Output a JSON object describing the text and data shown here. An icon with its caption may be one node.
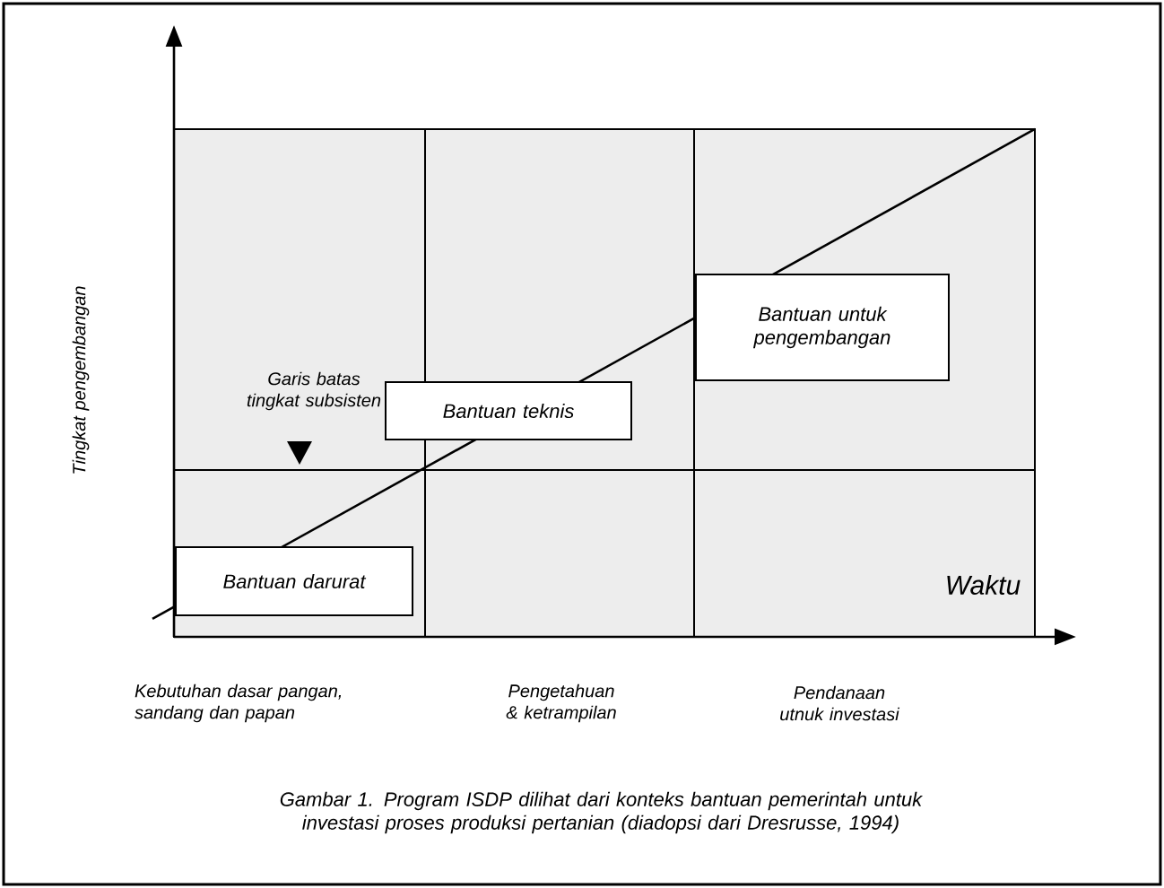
{
  "diagram": {
    "caption": "Gambar 1. Program ISDP dilihat dari konteks bantuan pemerintah untuk investasi proses produksi pertanian (diadopsi dari Dresrusse, 1994)",
    "nodes": [
      {
        "text": [
          "Bantuan untuk pengembangan"
        ]
      },
      {
        "text": [
          "Bantuan teknis"
        ]
      },
      {
        "text": [
          "Bantuan darurat"
        ]
      }
    ],
    "edges": [],
    "labels": [
      "Tingkat pengembangan",
      "Garis batas tingkat subsisten",
      "Waktu",
      "Kebutuhan dasar pangan, sandang dan papan",
      "Pengetahuan & ketrampilan",
      "Pendanaan utnuk investasi"
    ]
  }
}
